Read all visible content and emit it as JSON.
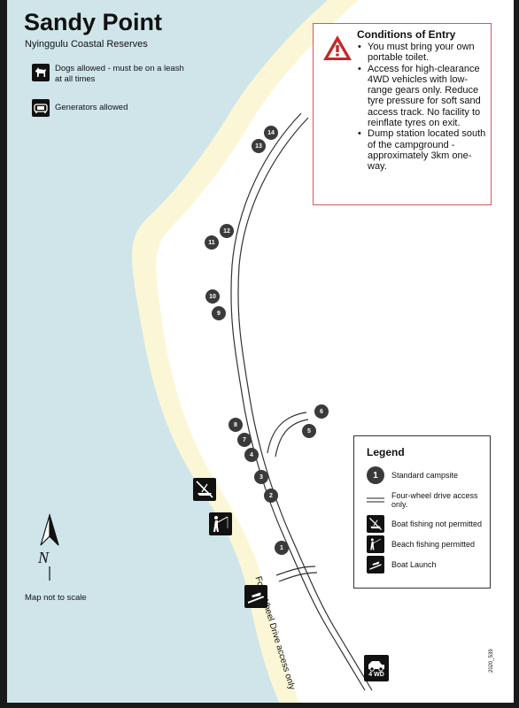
{
  "title": "Sandy Point",
  "subtitle": "Nyinggulu Coastal Reserves",
  "amenities": [
    {
      "icon": "dog-icon",
      "label": "Dogs allowed - must be on a leash at all times"
    },
    {
      "icon": "generator-icon",
      "label": "Generators allowed"
    }
  ],
  "conditions": {
    "heading": "Conditions of Entry",
    "items": [
      "You must bring your own portable toilet.",
      "Access for high-clearance 4WD vehicles with low-range gears only. Reduce tyre pressure for soft sand access track. No facility to reinflate tyres on exit.",
      "Dump station located south of the campground - approximately 3km one-way."
    ]
  },
  "campsites": [
    "1",
    "2",
    "3",
    "4",
    "5",
    "6",
    "7",
    "8",
    "9",
    "10",
    "11",
    "12",
    "13",
    "14"
  ],
  "road_label": "Four-Wheel Drive access only",
  "legend": {
    "title": "Legend",
    "items": [
      {
        "symbol": "campsite-icon",
        "glyph": "1",
        "label": "Standard campsite"
      },
      {
        "symbol": "track-line",
        "label": "Four-wheel drive access only."
      },
      {
        "symbol": "no-boat-fishing-icon",
        "label": "Boat fishing not permitted"
      },
      {
        "symbol": "beach-fishing-icon",
        "label": "Beach fishing permitted"
      },
      {
        "symbol": "boat-launch-icon",
        "label": "Boat Launch"
      }
    ]
  },
  "north_letter": "N",
  "scale_note": "Map not to scale",
  "badge_4wd": "4 WD",
  "map_code": "2020_539",
  "colors": {
    "sea": "#cfe5ea",
    "sand": "#fbf7d6",
    "land": "#ffffff",
    "border_red": "#d9555d",
    "warning_red": "#c62828"
  }
}
